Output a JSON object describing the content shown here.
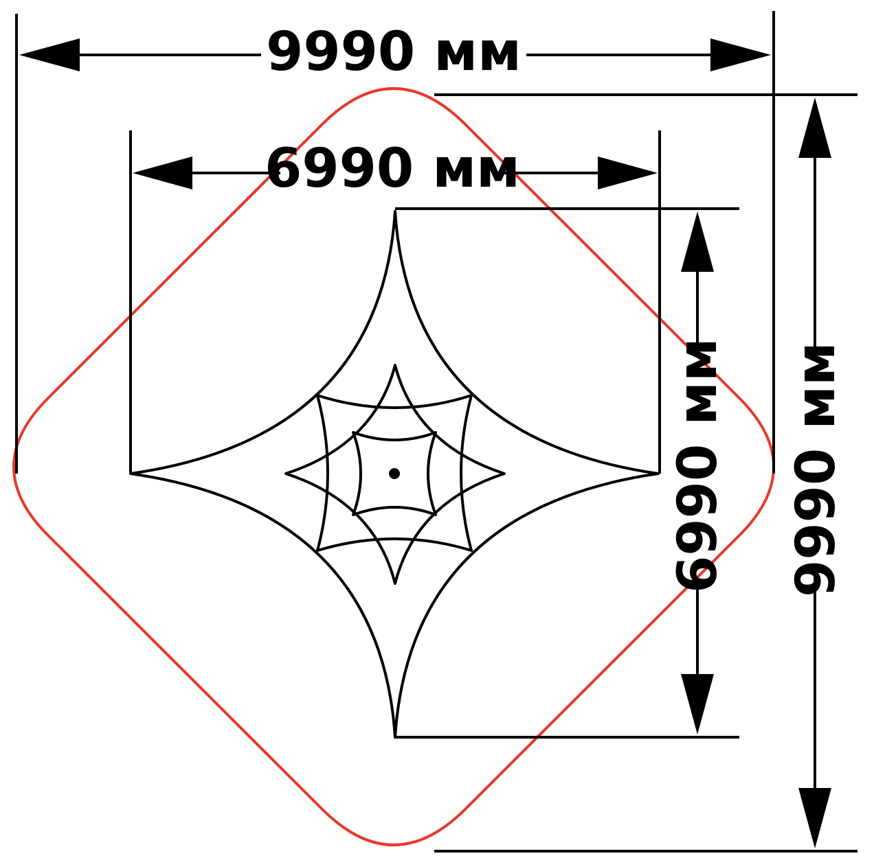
{
  "dimensions": {
    "outer_width": "9990 мм",
    "inner_width": "6990 мм",
    "inner_height": "6990 мм",
    "outer_height": "9990 мм"
  },
  "colors": {
    "outline": "#000000",
    "safety_zone": "#e8392a",
    "background": "#ffffff"
  }
}
